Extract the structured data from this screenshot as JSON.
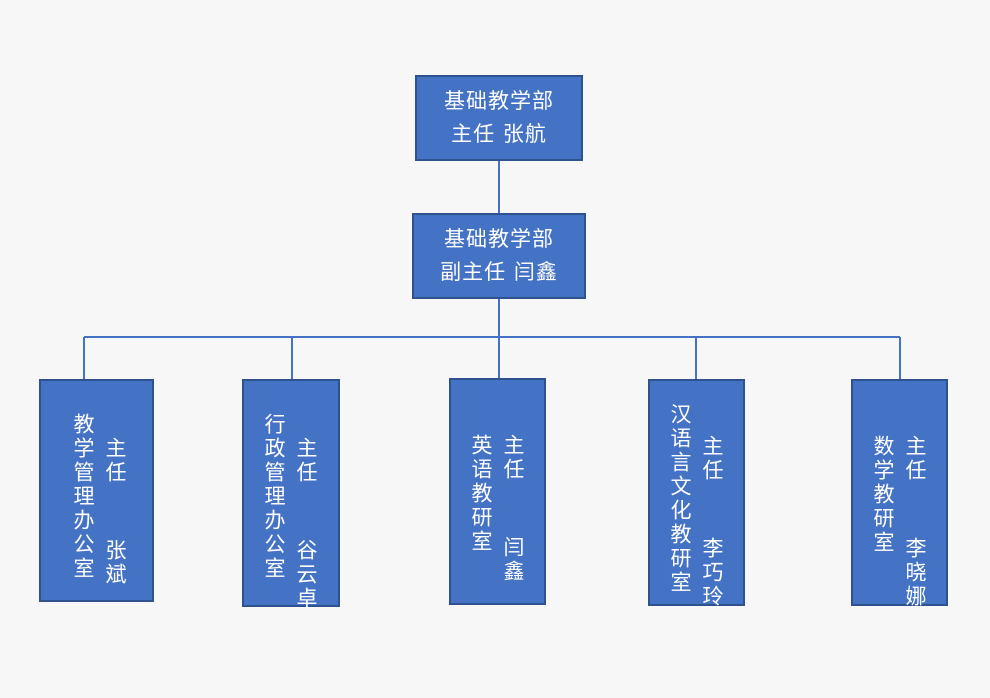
{
  "top": {
    "line1": "基础教学部",
    "line2": "主任  张航"
  },
  "deputy": {
    "line1": "基础教学部",
    "line2": "副主任  闫鑫"
  },
  "offices": [
    {
      "name": "教学管理办公室",
      "person": "主任  张斌"
    },
    {
      "name": "行政管理办公室",
      "person": "主任  谷云卓"
    },
    {
      "name": "英语教研室",
      "person": "主任  闫鑫"
    },
    {
      "name": "汉语言文化教研室",
      "person": "主任  李巧玲"
    },
    {
      "name": "数学教研室",
      "person": "主任  李晓娜"
    }
  ],
  "colors": {
    "box_fill": "#4472c4",
    "box_border": "#2f528f",
    "connector": "#4472c4",
    "background": "#f7f7f8"
  }
}
